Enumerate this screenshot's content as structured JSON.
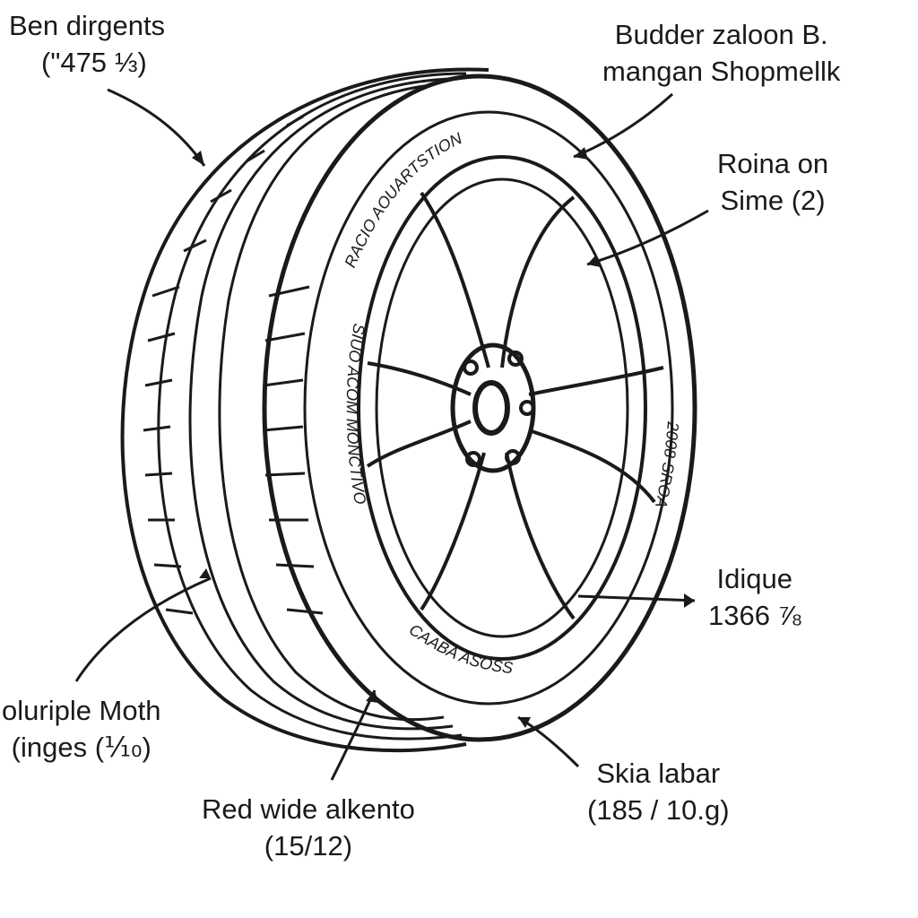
{
  "callouts": {
    "top_left": {
      "line1": "Ben dirgents",
      "line2": "(\"475 ⅓)"
    },
    "top_right": {
      "line1": "Budder zaloon B.",
      "line2": "mangan Shopmellk"
    },
    "right_upper": {
      "line1": "Roina on",
      "line2": "Sime (2)"
    },
    "right_lower": {
      "line1": "Idique",
      "line2": "1366 ⅞"
    },
    "left_lower": {
      "line1": "oluriple Moth",
      "line2": "(inges (⅒)"
    },
    "bottom_center": {
      "line1": "Red wide alkento",
      "line2": "(15/12)"
    },
    "bottom_right": {
      "line1": "Skia labar",
      "line2": "(185 / 10.g)"
    }
  },
  "sidewall": {
    "top_arc": "RACIO AOUARTSTION",
    "left_arc": "SIUO ACOM MONCTIVO",
    "bottom_arc": "CAABA ASOSS",
    "right_arc": "2008 SROA"
  },
  "colors": {
    "ink": "#1a1a1a",
    "background": "#ffffff"
  }
}
